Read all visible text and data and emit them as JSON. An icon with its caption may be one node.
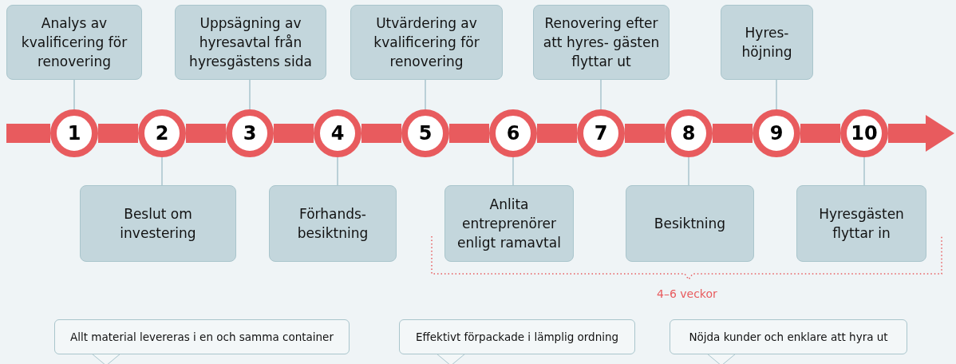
{
  "diagram": {
    "nodes": [
      {
        "text": [
          "1"
        ]
      },
      {
        "text": [
          "2"
        ]
      },
      {
        "text": [
          "3"
        ]
      },
      {
        "text": [
          "4"
        ]
      },
      {
        "text": [
          "5"
        ]
      },
      {
        "text": [
          "6"
        ]
      },
      {
        "text": [
          "7"
        ]
      },
      {
        "text": [
          "8"
        ]
      },
      {
        "text": [
          "9"
        ]
      },
      {
        "text": [
          "10"
        ]
      },
      {
        "text": [
          "Analys av kvalificering för renovering"
        ]
      },
      {
        "text": [
          "Beslut om investering"
        ]
      },
      {
        "text": [
          "Uppsägning av hyresavtal från hyresgästens sida"
        ]
      },
      {
        "text": [
          "Förhands- besiktning"
        ]
      },
      {
        "text": [
          "Utvärdering av kvalificering för renovering"
        ]
      },
      {
        "text": [
          "Anlita entreprenörer enligt ramavtal"
        ]
      },
      {
        "text": [
          "Renovering efter att hyres- gästen flyttar ut"
        ]
      },
      {
        "text": [
          "Besiktning"
        ]
      },
      {
        "text": [
          "Hyres- höjning"
        ]
      },
      {
        "text": [
          "Hyresgästen flyttar in"
        ]
      },
      {
        "text": [
          "Allt material levereras i en och samma container"
        ]
      },
      {
        "text": [
          "Effektivt förpackade i lämplig ordning"
        ]
      },
      {
        "text": [
          "Nöjda kunder och enklare att hyra ut"
        ]
      }
    ],
    "edges": [
      {
        "from": null,
        "to": 0,
        "arrow": "none"
      },
      {
        "from": 0,
        "to": 1,
        "arrow": "none"
      },
      {
        "from": 1,
        "to": 2,
        "arrow": "none"
      },
      {
        "from": 2,
        "to": 3,
        "arrow": "none"
      },
      {
        "from": 3,
        "to": 4,
        "arrow": "none"
      },
      {
        "from": 4,
        "to": 5,
        "arrow": "none"
      },
      {
        "from": 5,
        "to": 6,
        "arrow": "none"
      },
      {
        "from": 6,
        "to": 7,
        "arrow": "none"
      },
      {
        "from": 7,
        "to": 8,
        "arrow": "none"
      },
      {
        "from": 8,
        "to": 9,
        "arrow": "none"
      },
      {
        "from": 9,
        "to": null,
        "arrow": "to"
      },
      {
        "from": 10,
        "to": 0,
        "arrow": "none",
        "color": "#a9c5cc"
      },
      {
        "from": 11,
        "to": 1,
        "arrow": "none",
        "color": "#a9c5cc"
      },
      {
        "from": 12,
        "to": 2,
        "arrow": "none",
        "color": "#a9c5cc"
      },
      {
        "from": 13,
        "to": 3,
        "arrow": "none",
        "color": "#a9c5cc"
      },
      {
        "from": 14,
        "to": 4,
        "arrow": "none",
        "color": "#a9c5cc"
      },
      {
        "from": 15,
        "to": 5,
        "arrow": "none",
        "color": "#a9c5cc"
      },
      {
        "from": 16,
        "to": 6,
        "arrow": "none",
        "color": "#a9c5cc"
      },
      {
        "from": 17,
        "to": 7,
        "arrow": "none",
        "color": "#a9c5cc"
      },
      {
        "from": 18,
        "to": 8,
        "arrow": "none",
        "color": "#a9c5cc"
      },
      {
        "from": 19,
        "to": 9,
        "arrow": "none",
        "color": "#a9c5cc"
      }
    ],
    "labels": [
      "4–6 veckor"
    ]
  }
}
